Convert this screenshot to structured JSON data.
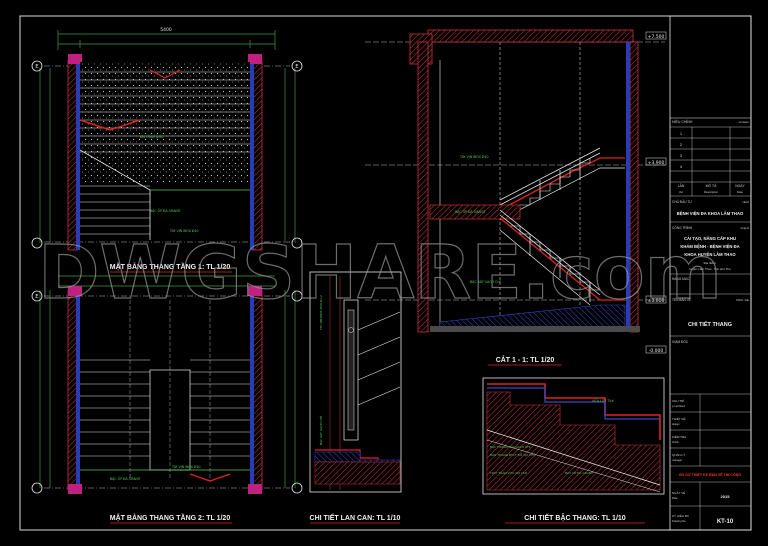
{
  "watermark": "DWGSHARE.com",
  "views": {
    "plan1": {
      "title": "MẶT BẰNG THANG TẦNG 1: TL 1/20",
      "note_slope": "ĐƯỜNG DỐC",
      "note_granite": "BẬC ỐP ĐÁ GRANIT",
      "note_handrail": "TAY VỊN INOX Ø40",
      "grid": "E",
      "dim_top": "5400"
    },
    "plan2": {
      "title": "MẶT BẰNG THANG TẦNG 2: TL 1/20",
      "note_granite": "BẬC ỐP ĐÁ GRANIT",
      "note_handrail": "TAY VỊN INOX Ø40",
      "grid": "E"
    },
    "section": {
      "title": "CẮT 1 - 1: TL 1/20",
      "note_handrail": "TAY VỊN INOX Ø40",
      "note_granite": "BẬC ỐP ĐÁ GRANIT",
      "note_brick": "BẬC XÂY GẠCH CHỈ",
      "level_top": "+7.500",
      "level_mid": "+3.900",
      "level_zero": "±0.000",
      "level_bottom": "-0.000"
    },
    "railing": {
      "title": "CHI TIẾT LAN CAN: TL 1/10",
      "note_top": "TAY VỊN INOX Ø40 D1,2",
      "note_side": "BẬC XÂY GẠCH CHỈ"
    },
    "step": {
      "title": "CHI TIẾT BẬC THANG: TL 1/10",
      "note_1": "BẬC THANG XÂY GẠCH CHỈ",
      "note_2": "BẢN THANG BTCT ĐỔ TẠI CHỖ",
      "note_3": "TRÁT TRẦN VỮA XM 75#",
      "note_4": "BẬC ỐP ĐÁ GRANIT",
      "note_5": "VỮA LÓT 75#"
    }
  },
  "titleblock": {
    "rev_header": "HIỆU CHỈNH",
    "rev_header_en": "revision",
    "rev_rows": [
      "1",
      "2",
      "3",
      "4"
    ],
    "rev_cols": [
      "LẦN",
      "MÔ TẢ",
      "NGÀY"
    ],
    "rev_cols_en": [
      "Ver",
      "Description",
      "Date"
    ],
    "owner_label": "CHỦ ĐẦU TƯ",
    "owner_label_en": "client",
    "owner": "BỆNH VIỆN ĐA KHOA LÂM THAO",
    "project_label": "CÔNG TRÌNH",
    "project_label_en": "project",
    "project": [
      "CẢI TẠO, NÂNG CẤP KHU",
      "KHÁM BỆNH - BỆNH VIỆN ĐA",
      "KHOA HUYỆN LÂM THAO"
    ],
    "location_label": "Địa điểm:",
    "location": "huyện Lâm Thao, Tỉnh phú Thọ",
    "category_label": "HẠNG MỤC",
    "drawing_label": "TÊN BẢN VẼ",
    "drawing_label_en": "DWG. title",
    "drawing": "CHI TIẾT THANG",
    "director_label": "GIÁM ĐỐC",
    "roles": [
      {
        "vi": "CHỦ TRÌ",
        "en": "p.i.architect"
      },
      {
        "vi": "THIẾT KẾ",
        "en": "design"
      },
      {
        "vi": "KIỂM TRA",
        "en": "check"
      },
      {
        "vi": "QUẢN LÝ",
        "en": "manager"
      }
    ],
    "stage": "HỒ SƠ THIẾT KẾ BẢN VẼ THI CÔNG",
    "date_label": "NGÀY VẼ",
    "date_label_en": "Date",
    "date": "2015",
    "sheet_label": "KÝ HIỆU BV",
    "sheet_label_en": "Drawing No.",
    "sheet": "KT-10"
  }
}
